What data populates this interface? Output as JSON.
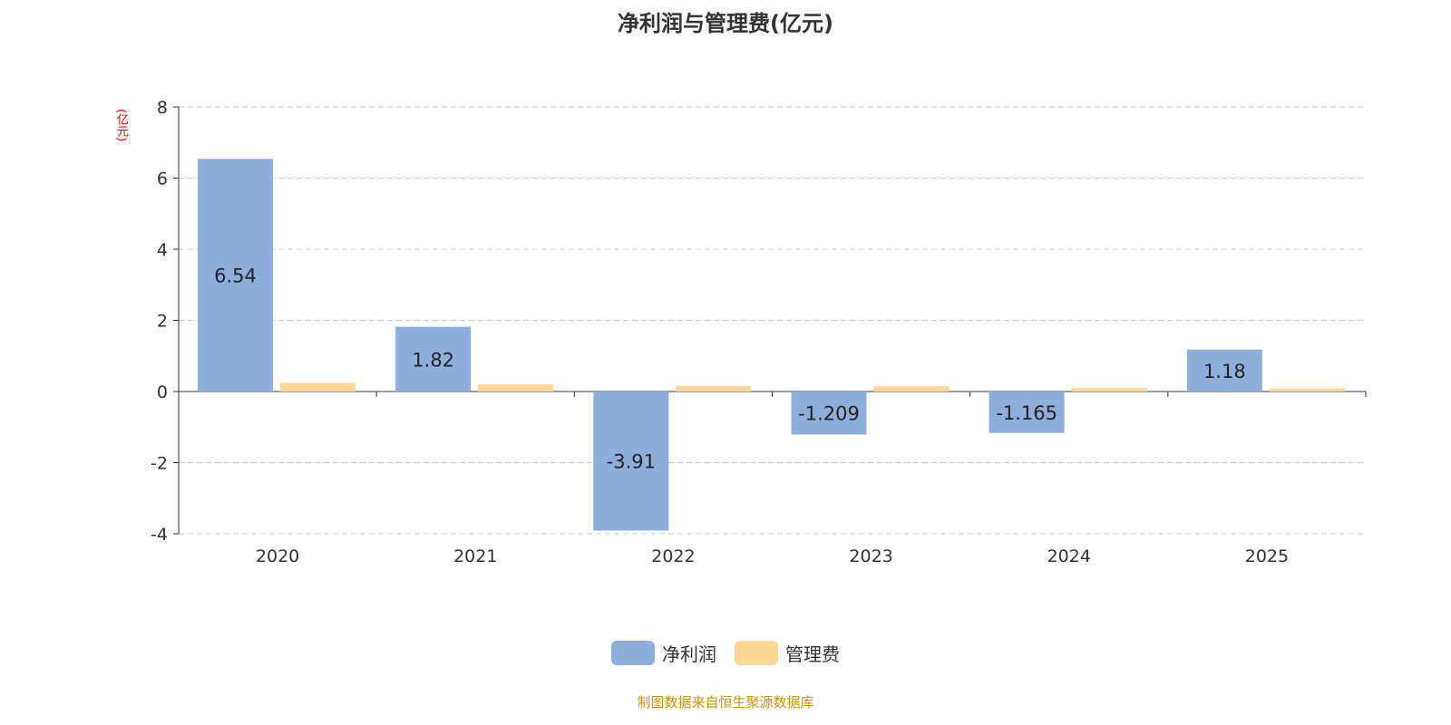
{
  "chart_data": {
    "type": "bar",
    "title": "净利润与管理费(亿元)",
    "ylabel": "(亿元)",
    "categories": [
      "2020",
      "2021",
      "2022",
      "2023",
      "2024",
      "2025"
    ],
    "series": [
      {
        "name": "净利润",
        "color": "#8eaedb",
        "values": [
          6.54,
          1.82,
          -3.91,
          -1.209,
          -1.165,
          1.18
        ],
        "labels": [
          "6.54",
          "1.82",
          "-3.91",
          "-1.209",
          "-1.165",
          "1.18"
        ]
      },
      {
        "name": "管理费",
        "color": "#ffd796",
        "values": [
          0.24,
          0.2,
          0.16,
          0.15,
          0.1,
          0.09
        ]
      }
    ],
    "ylim": [
      -4,
      8
    ],
    "yticks": [
      -4,
      -2,
      0,
      2,
      4,
      6,
      8
    ],
    "grid": true,
    "legend": "bottom-center"
  },
  "source": "制图数据来自恒生聚源数据库"
}
